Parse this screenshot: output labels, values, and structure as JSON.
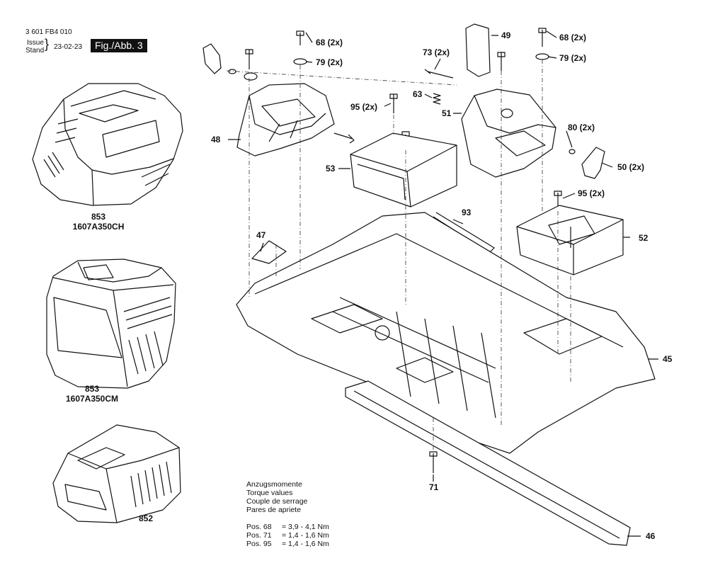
{
  "header": {
    "doc_number": "3 601 FB4 010",
    "issue_label": "Issue",
    "stand_label": "Stand",
    "date": "23-02-23",
    "figure": "Fig./Abb. 3"
  },
  "labels": [
    {
      "id": "853-ch",
      "text": "853"
    },
    {
      "id": "853-ch-code",
      "text": "1607A350CH"
    },
    {
      "id": "853-cm",
      "text": "853"
    },
    {
      "id": "853-cm-code",
      "text": "1607A350CM"
    },
    {
      "id": "852",
      "text": "852"
    },
    {
      "id": "68a",
      "text": "68 (2x)"
    },
    {
      "id": "79a",
      "text": "79 (2x)"
    },
    {
      "id": "68b",
      "text": "68 (2x)"
    },
    {
      "id": "79b",
      "text": "79 (2x)"
    },
    {
      "id": "49",
      "text": "49"
    },
    {
      "id": "73",
      "text": "73 (2x)"
    },
    {
      "id": "63",
      "text": "63"
    },
    {
      "id": "95a",
      "text": "95 (2x)"
    },
    {
      "id": "51",
      "text": "51"
    },
    {
      "id": "80",
      "text": "80 (2x)"
    },
    {
      "id": "50",
      "text": "50 (2x)"
    },
    {
      "id": "48",
      "text": "48"
    },
    {
      "id": "53",
      "text": "53"
    },
    {
      "id": "95b",
      "text": "95 (2x)"
    },
    {
      "id": "93",
      "text": "93"
    },
    {
      "id": "52",
      "text": "52"
    },
    {
      "id": "47",
      "text": "47"
    },
    {
      "id": "45",
      "text": "45"
    },
    {
      "id": "71",
      "text": "71"
    },
    {
      "id": "46",
      "text": "46"
    }
  ],
  "torque": {
    "title_lines": [
      "Anzugsmomente",
      "Torque values",
      "Couple de serrage",
      "Pares de apriete"
    ],
    "rows": [
      {
        "pos": "Pos. 68",
        "value": "= 3,9 - 4,1 Nm"
      },
      {
        "pos": "Pos. 71",
        "value": "= 1,4 - 1,6 Nm"
      },
      {
        "pos": "Pos. 95",
        "value": "= 1,4 - 1,6 Nm"
      }
    ]
  }
}
